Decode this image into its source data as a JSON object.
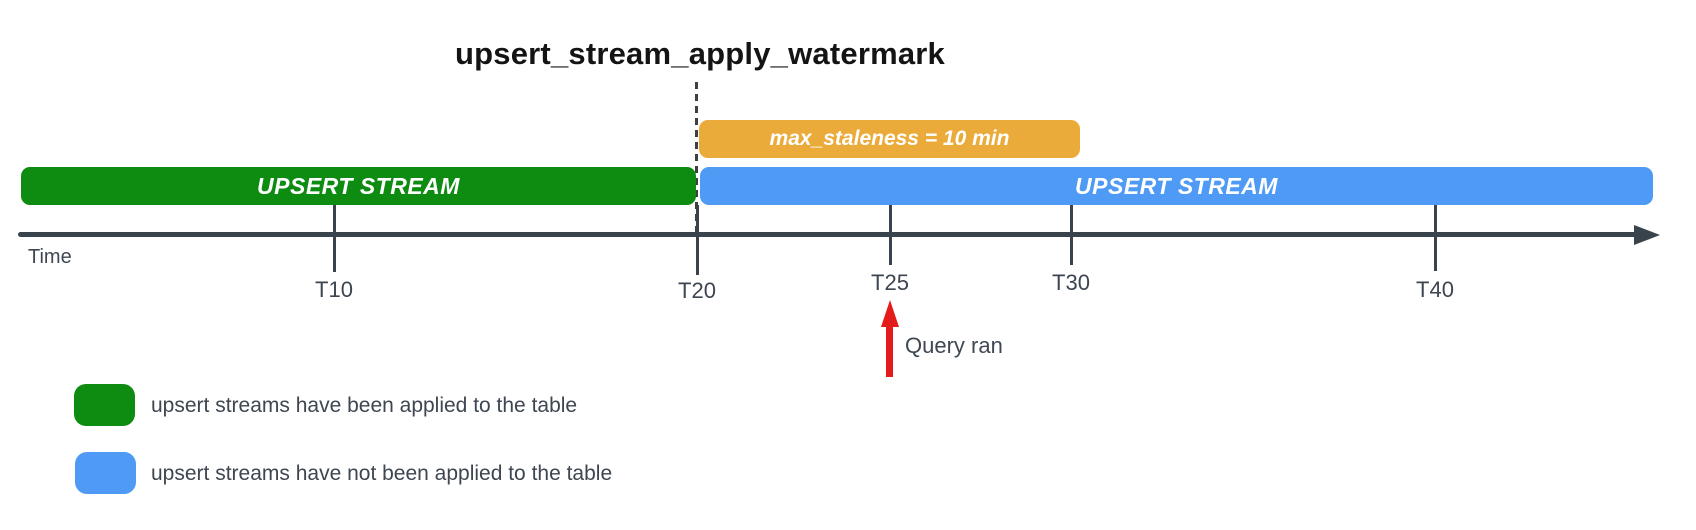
{
  "diagram": {
    "title": "upsert_stream_apply_watermark",
    "bars": {
      "staleness_label": "max_staleness = 10 min",
      "applied_label": "UPSERT STREAM",
      "not_applied_label": "UPSERT STREAM"
    },
    "timeline": {
      "axis_label": "Time",
      "ticks": [
        {
          "label": "T10"
        },
        {
          "label": "T20"
        },
        {
          "label": "T25"
        },
        {
          "label": "T30"
        },
        {
          "label": "T40"
        }
      ]
    },
    "annotations": {
      "query_ran": "Query ran"
    },
    "legend": [
      {
        "label": "upsert streams have been applied to the table"
      },
      {
        "label": "upsert streams have not been applied to the table"
      }
    ],
    "colors": {
      "applied_green": "#0d8c11",
      "not_applied_blue": "#4e9af5",
      "staleness_orange": "#ebab3a",
      "query_red": "#e31b1b",
      "axis_dark": "#39434c"
    }
  }
}
